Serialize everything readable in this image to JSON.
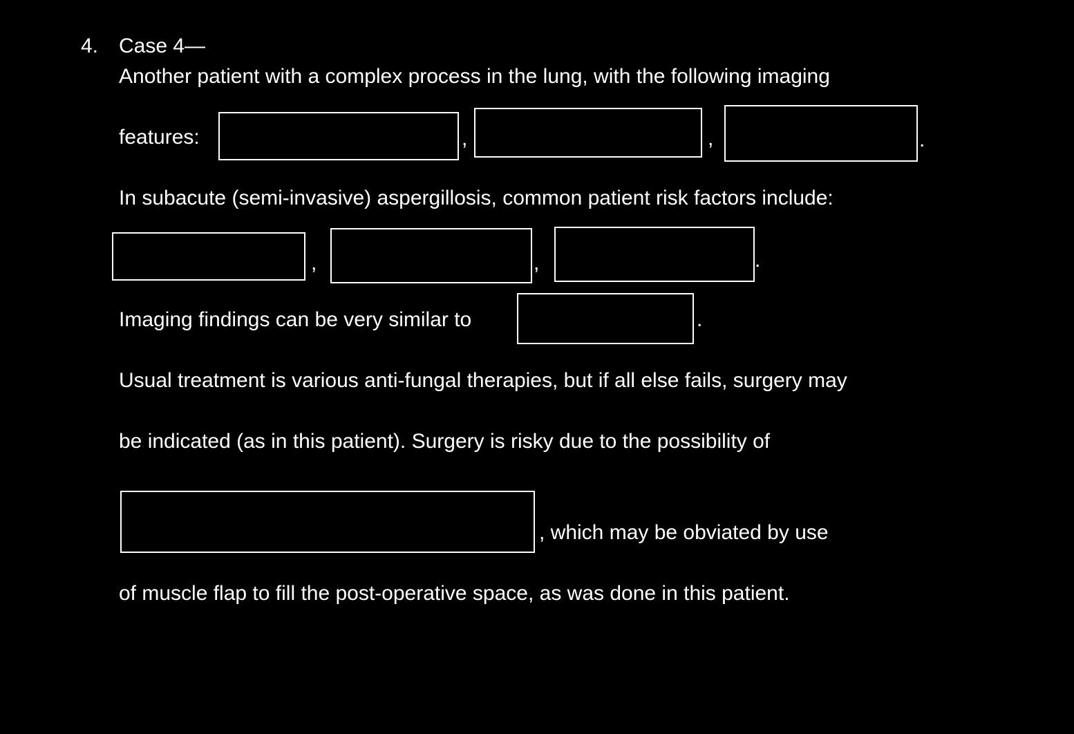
{
  "question": {
    "number": "4.",
    "title": "Case 4—",
    "line1": "Another patient with a complex process in the lung, with the following imaging",
    "features_label": "features:",
    "comma": ",",
    "period": ".",
    "risk_intro": "In subacute (semi-invasive) aspergillosis, common patient risk factors include:",
    "similar_label": "Imaging findings can be very similar to",
    "treatment_line1": "Usual treatment is various anti-fungal therapies, but if all else fails, surgery may",
    "treatment_line2": "be indicated (as in this patient).  Surgery is risky due to the possibility of",
    "obviated_text": ", which may be obviated by use",
    "final_line": "of muscle flap to fill the post-operative space, as was done in this patient."
  }
}
